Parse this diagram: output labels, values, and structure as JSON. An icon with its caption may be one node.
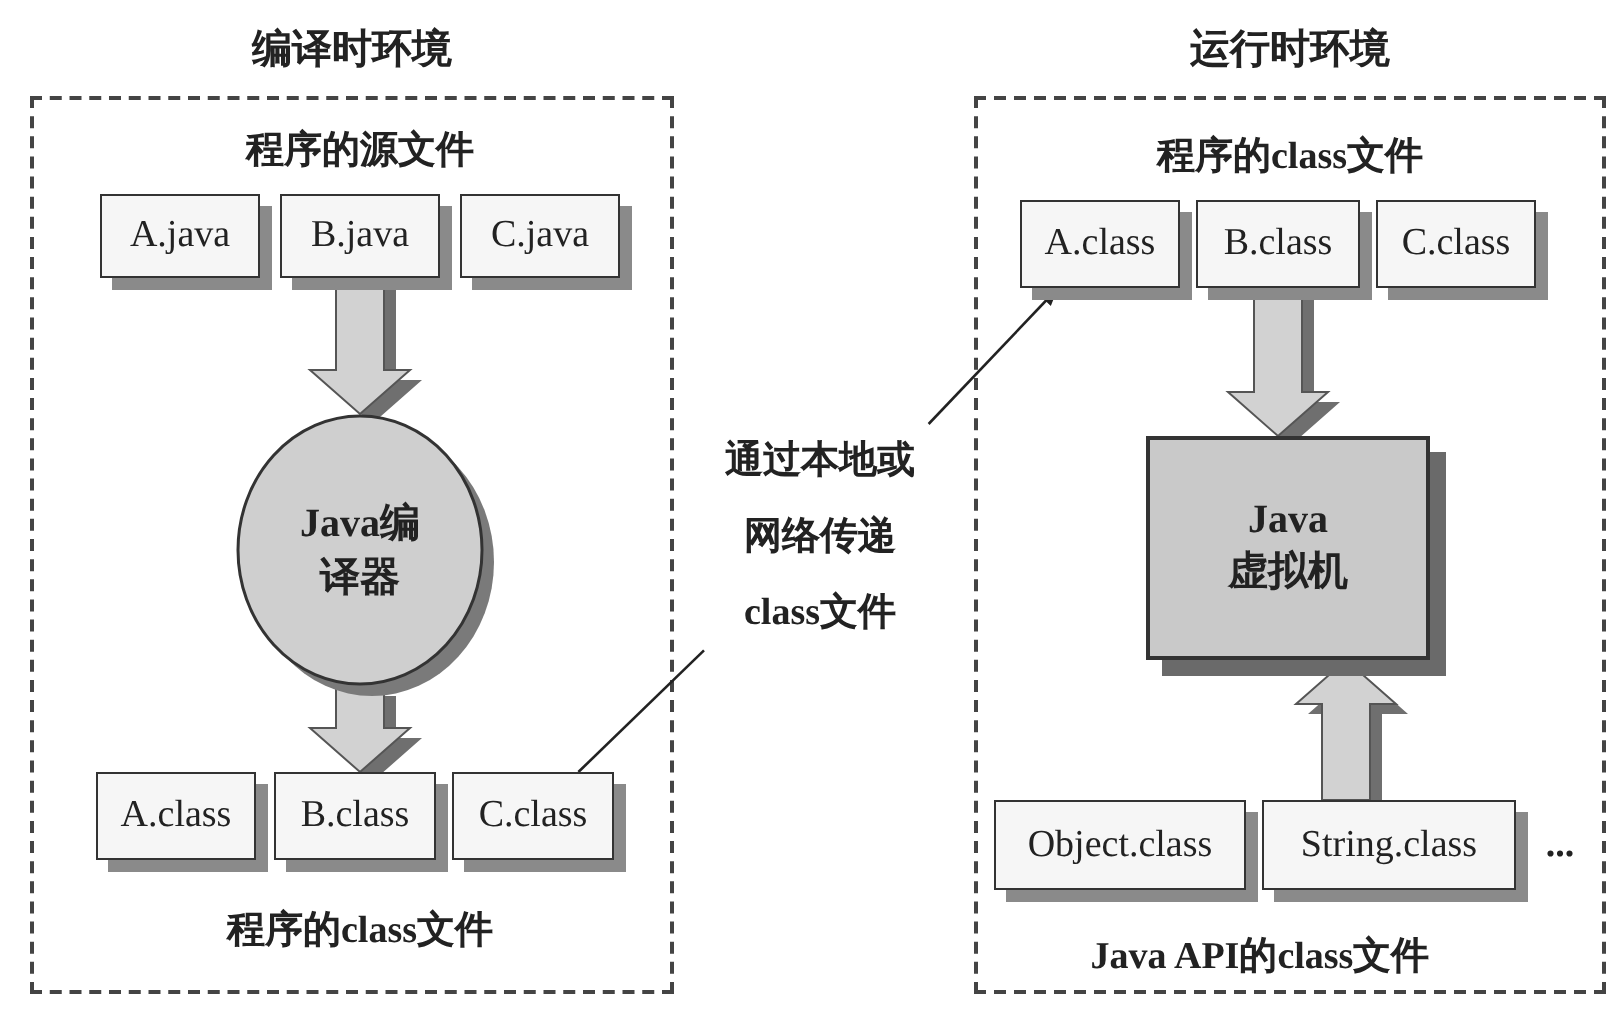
{
  "diagram": {
    "nodes": [
      {
        "text": [
          "编译时环境"
        ]
      },
      {
        "text": [
          "A.java"
        ],
        "in": 0
      },
      {
        "text": [
          "B.java"
        ],
        "in": 0
      },
      {
        "text": [
          "C.java"
        ],
        "in": 0
      },
      {
        "text": [
          "Java编译器"
        ],
        "in": 0
      },
      {
        "text": [
          "A.class"
        ],
        "in": 0
      },
      {
        "text": [
          "B.class"
        ],
        "in": 0
      },
      {
        "text": [
          "C.class"
        ],
        "in": 0
      },
      {
        "text": [
          "运行时环境"
        ]
      },
      {
        "text": [
          "A.class"
        ],
        "in": 8
      },
      {
        "text": [
          "B.class"
        ],
        "in": 8
      },
      {
        "text": [
          "C.class"
        ],
        "in": 8
      },
      {
        "text": [
          "Java虚拟机"
        ],
        "in": 8
      },
      {
        "text": [
          "Object.class"
        ],
        "in": 8
      },
      {
        "text": [
          "String.class"
        ],
        "in": 8,
        "beside": [
          "..."
        ]
      },
      {
        "text": [
          "通过本地或网络传递class文件"
        ]
      }
    ],
    "edges": [
      {
        "from": 2,
        "to": 4,
        "arrow": "to"
      },
      {
        "from": 4,
        "to": 6,
        "arrow": "to"
      },
      {
        "from": 7,
        "to": 15,
        "arrow": "none"
      },
      {
        "from": 15,
        "to": 9,
        "arrow": "to"
      },
      {
        "from": 10,
        "to": 12,
        "arrow": "to"
      },
      {
        "from": 14,
        "to": 12,
        "arrow": "to"
      }
    ],
    "labels": [
      "程序的源文件",
      "程序的class文件",
      "程序的class文件",
      "Java API的class文件"
    ]
  }
}
